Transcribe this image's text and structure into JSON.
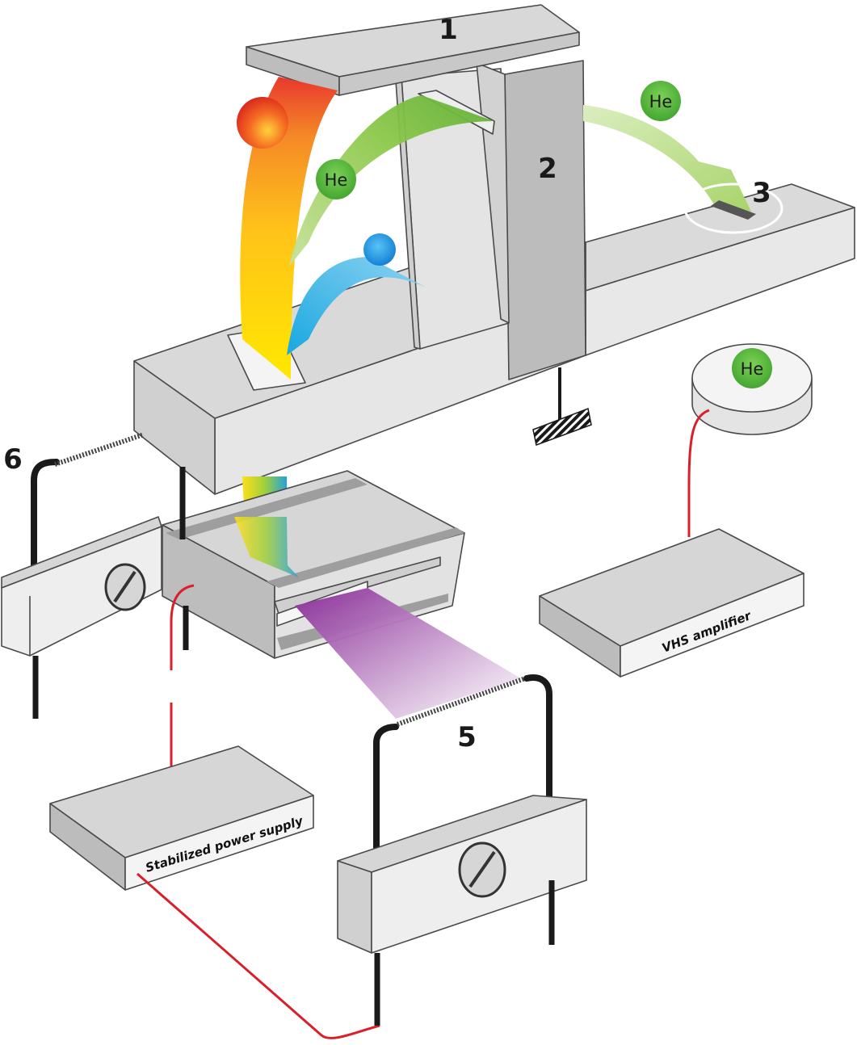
{
  "labels": {
    "l1": "1",
    "l2": "2",
    "l3": "3",
    "l5": "5",
    "l6": "6",
    "he": "He",
    "vhs_amplifier": "VHS amplifier",
    "power_supply": "Stabilized power supply"
  },
  "colors": {
    "metal_top": "#dcdcdc",
    "metal_front": "#e6e6e6",
    "metal_side": "#bdbdbd",
    "helium": "#4caf3a",
    "ion_large": "#e8401c",
    "ion_small": "#1e8fe0",
    "wire_red": "#d9202a",
    "wire_black": "#1a1a1a",
    "uv_beam": "#8e3aa0"
  },
  "icons": [
    "screw-icon",
    "ground-icon",
    "helium-atom-icon"
  ]
}
